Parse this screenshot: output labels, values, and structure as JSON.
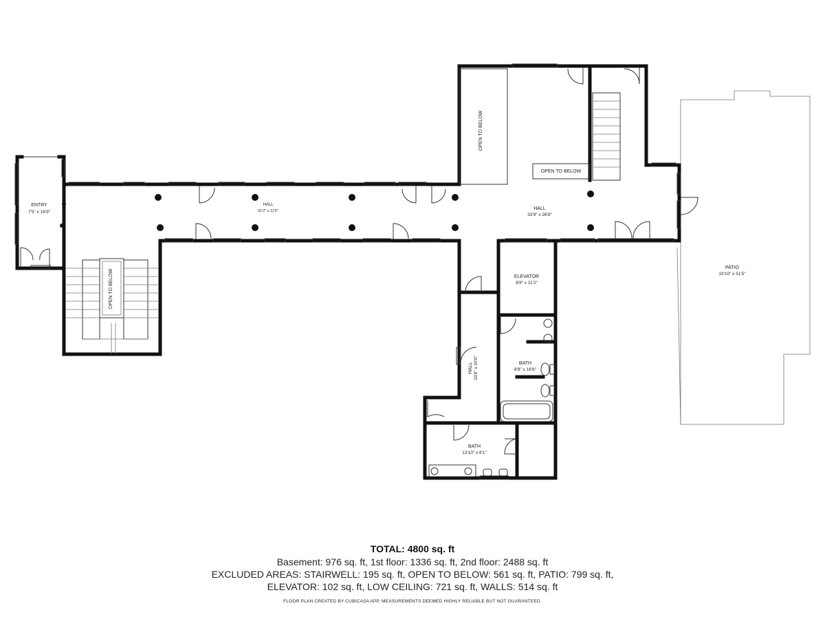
{
  "rooms": {
    "entry": {
      "name": "ENTRY",
      "dims": "7'5\" x 16'9\""
    },
    "hall_long": {
      "name": "HALL",
      "dims": "61'2\" x 11'6\""
    },
    "hall_main": {
      "name": "HALL",
      "dims": "33'9\" x 26'8\""
    },
    "patio": {
      "name": "PATIO",
      "dims": "19'10\" x 51'5\""
    },
    "elevator": {
      "name": "ELEVATOR",
      "dims": "8'8\" x 11'2\""
    },
    "bath_right": {
      "name": "BATH",
      "dims": "8'8\" x 16'6\""
    },
    "hall_small": {
      "name": "HALL",
      "dims": "10'9\" x 20'0\""
    },
    "bath_bottom": {
      "name": "BATH",
      "dims": "13'10\" x 8'1\""
    }
  },
  "open_to_below": {
    "top": "OPEN TO BELOW",
    "stair": "OPEN TO BELOW",
    "small": "OPEN TO BELOW"
  },
  "summary": {
    "total": "TOTAL: 4800 sq. ft",
    "line1": "Basement: 976 sq. ft, 1st floor: 1336 sq. ft, 2nd floor: 2488 sq. ft",
    "line2": "EXCLUDED AREAS: STAIRWELL: 195 sq. ft, OPEN TO BELOW: 561 sq. ft, PATIO: 799 sq. ft,",
    "line3": "ELEVATOR: 102 sq. ft, LOW CEILING: 721 sq. ft, WALLS: 514 sq. ft"
  },
  "credit": "FLOOR PLAN CREATED BY CUBICASA APP. MEASUREMENTS DEEMED HIGHLY RELIABLE BUT NOT GUARANTEED.",
  "colors": {
    "wall": "#111111",
    "line": "#333333"
  }
}
